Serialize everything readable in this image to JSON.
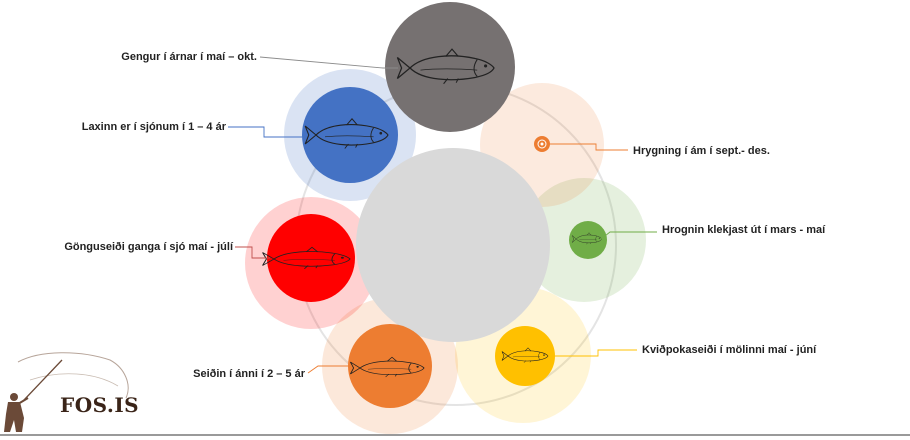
{
  "labels": {
    "adult_return": "Gengur í árnar í maí – okt.",
    "sea_years": "Laxinn er í sjónum í 1 – 4 ár",
    "smolt": "Gönguseiði ganga í sjó maí - júlí",
    "parr": "Seiðin í ánni í 2 – 5 ár",
    "spawning": "Hrygning í ám í sept.- des.",
    "hatching": "Hrognin klekjast út í mars - maí",
    "alevin": "Kviðpokaseiði í mölinni maí - júní"
  },
  "logo": {
    "text": "FOS.IS"
  },
  "colors": {
    "adult": "#767171",
    "sea": "#4472c4",
    "smolt": "#ff0000",
    "parr": "#ed7d31",
    "egg": "#ed7d31",
    "hatch": "#70ad47",
    "alevin": "#ffc000",
    "center": "#d9d9d9"
  },
  "icons": {
    "adult": "salmon-icon",
    "sea": "salmon-icon",
    "smolt": "smolt-icon",
    "parr": "parr-icon",
    "egg": "egg-icon",
    "hatch": "hatchling-icon",
    "alevin": "alevin-icon",
    "logo": "angler-icon"
  }
}
